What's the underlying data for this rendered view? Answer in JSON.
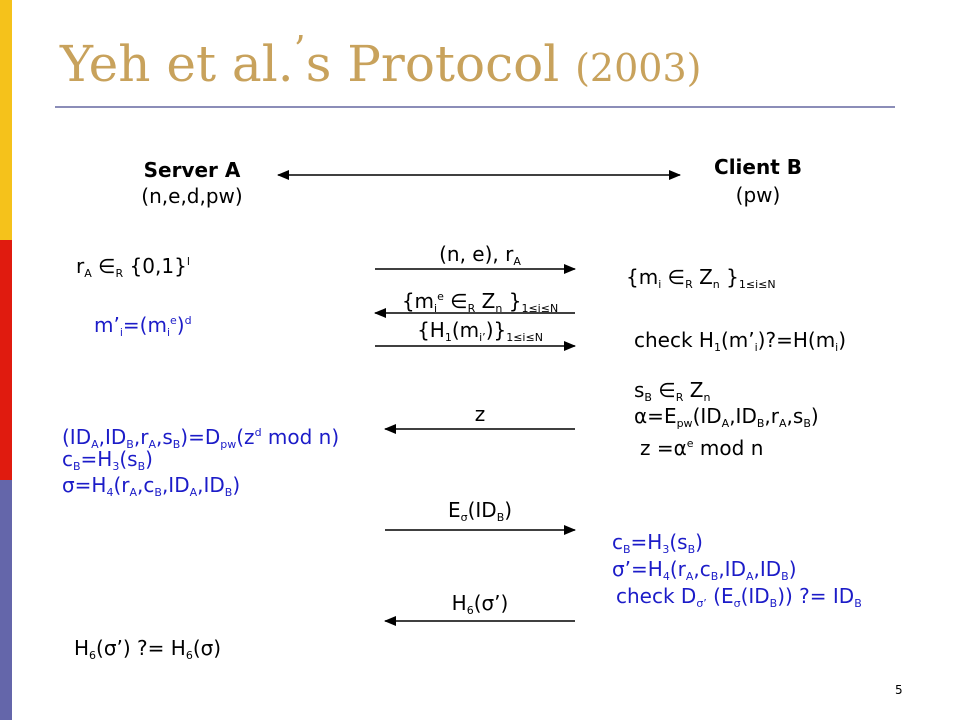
{
  "title": {
    "main": "Yeh et al.",
    "apos": "’",
    "rest": "s Protocol ",
    "year": "(2003)"
  },
  "server": {
    "name": "Server A",
    "params": "(n,e,d,pw)"
  },
  "client": {
    "name": "Client B",
    "params": "(pw)"
  },
  "page_number": "5",
  "colors": {
    "title": "#c8a25c",
    "blue": "#1c1cc8",
    "bar_yellow": "#f5c21b",
    "bar_red": "#e01b0f",
    "bar_purple": "#6466aa"
  },
  "messages": {
    "m1": "(n, e), r_A",
    "m2": "{m_i^e ∈_R Z_n }_1≤i≤N",
    "m3": "{H_1(m_i’)}_1≤i≤N",
    "m4": "z",
    "m5": "E_σ(ID_B)",
    "m6": "H_6(σ’)"
  },
  "server_steps": {
    "s1": "r_A ∈_R {0,1}^l",
    "s2": "m’_i=(m_i^e)^d",
    "s3": "(ID_A,ID_B,r_A,s_B)=D_pw(z^d mod n)",
    "s4": "c_B=H_3(s_B)",
    "s5": "σ=H_4(r_A,c_B,ID_A,ID_B)",
    "s6": "H_6(σ’) ?= H_6(σ)"
  },
  "client_steps": {
    "c1": "{m_i ∈_R Z_n }_1≤i≤N",
    "c2": "check H_1(m’_i)?=H(m_i)",
    "c3": "s_B ∈_R Z_n",
    "c4": "α=E_pw(ID_A,ID_B,r_A,s_B)",
    "c5": "z =α^e mod n",
    "c6": "c_B=H_3(s_B)",
    "c7": "σ’=H_4(r_A,c_B,ID_A,ID_B)",
    "c8": "check D_σ’ (E_σ(ID_B)) ?= ID_B"
  }
}
